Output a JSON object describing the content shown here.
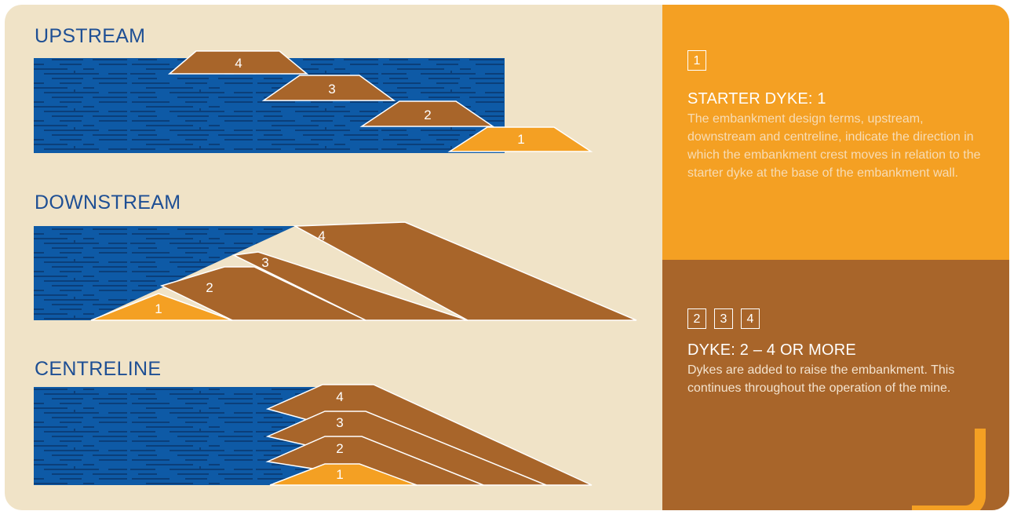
{
  "sections": [
    {
      "title": "UPSTREAM",
      "dyke_labels": [
        "1",
        "2",
        "3",
        "4"
      ]
    },
    {
      "title": "DOWNSTREAM",
      "dyke_labels": [
        "1",
        "2",
        "3",
        "4"
      ]
    },
    {
      "title": "CENTRELINE",
      "dyke_labels": [
        "1",
        "2",
        "3",
        "4"
      ]
    }
  ],
  "starter_panel": {
    "step": "1",
    "heading": "STARTER DYKE: 1",
    "body": "The embankment design terms, upstream, downstream and centreline, indicate the direction in which the embankment crest moves in relation to the starter dyke at the base of the embankment wall."
  },
  "raise_panel": {
    "steps": [
      "2",
      "3",
      "4"
    ],
    "heading": "DYKE: 2 – 4 OR MORE",
    "body": "Dykes are added to raise the embankment. This continues throughout the operation of the mine."
  },
  "colors": {
    "water": "#0e5aa6",
    "water_lines": "#0b3f7a",
    "starter_dyke": "#f4a023",
    "raised_dyke": "#a8652a",
    "background": "#f0e3c7"
  }
}
